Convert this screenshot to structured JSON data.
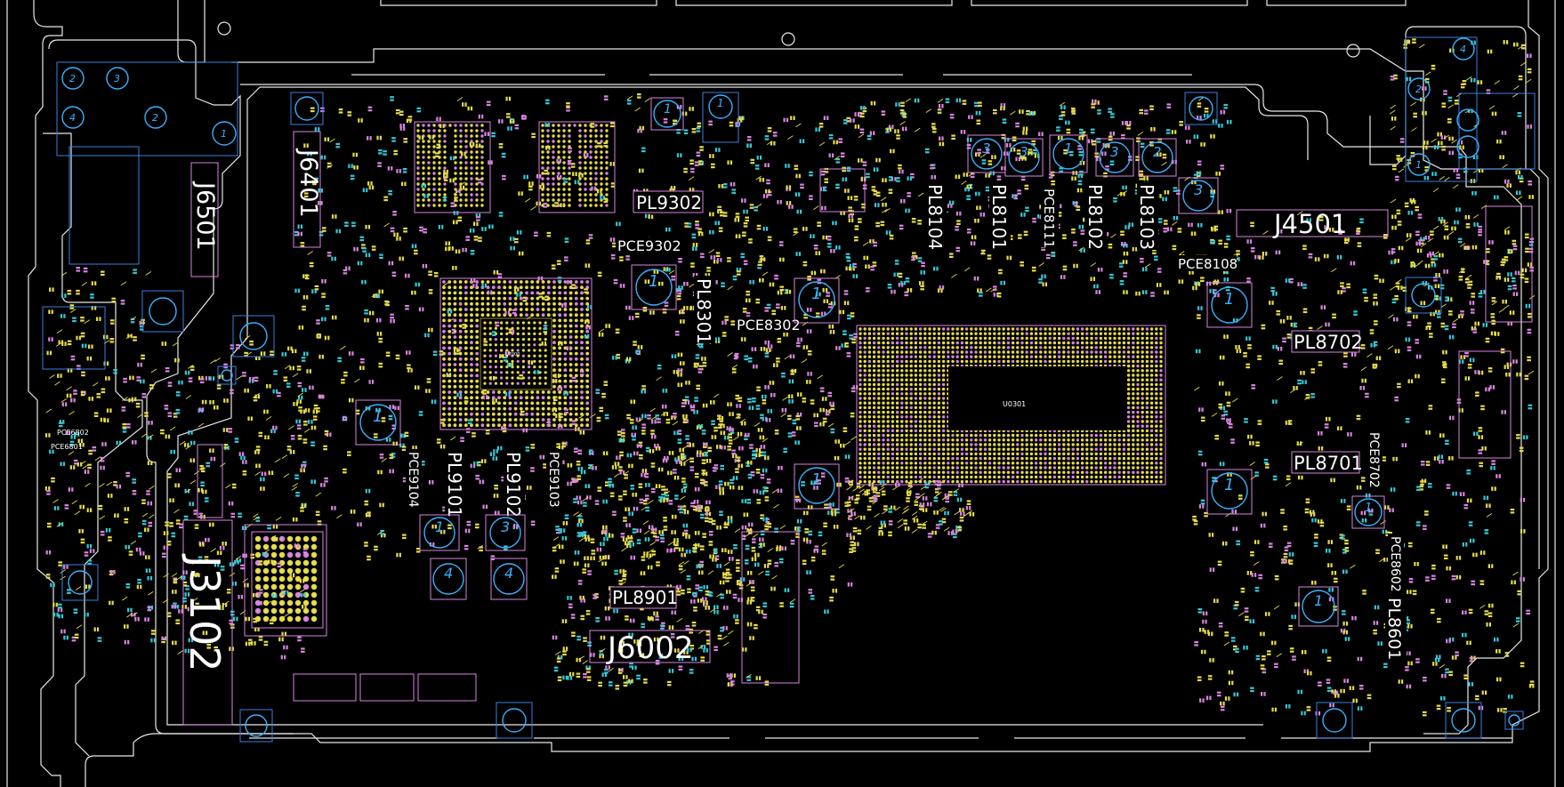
{
  "viewer": {
    "name": "pcb-boardview"
  },
  "colors": {
    "background": "#000000",
    "outline": "#e8e8e8",
    "component_box": "#d884e0",
    "connector_box": "#3a7fe0",
    "pad_yellow": "#e6dc4a",
    "pad_magenta": "#d884e0",
    "pad_cyan": "#35c8d8",
    "mount_hole": "#3ab0ff",
    "label": "#ffffff"
  },
  "large_labels": {
    "J3102": "J3102",
    "J6002": "J6002",
    "J4501": "J4501",
    "J6401": "J6401",
    "J6501": "J6501"
  },
  "labels": {
    "PL9302": "PL9302",
    "PCE9302": "PCE9302",
    "PL8301": "PL8301",
    "PCE8302": "PCE8302",
    "PL8104": "PL8104",
    "PL8101": "PL8101",
    "PCE8111": "PCE8111",
    "PL8102": "PL8102",
    "PL8103": "PL8103",
    "PCE8108": "PCE8108",
    "PL8702": "PL8702",
    "PL8701": "PL8701",
    "PCE8702": "PCE8702",
    "PCE8602": "PCE8602",
    "PL8601": "PL8601",
    "PCE9104": "PCE9104",
    "PL9101": "PL9101",
    "PL9102": "PL9102",
    "PCE9103": "PCE9103",
    "PL8901": "PL8901",
    "U0301": "U0301",
    "U7000": "U7000",
    "PCE6801": "PCE6801",
    "PCE6802": "PCE6802"
  },
  "mount_numbers": {
    "one": "1",
    "two": "2",
    "three": "3",
    "four": "4"
  }
}
